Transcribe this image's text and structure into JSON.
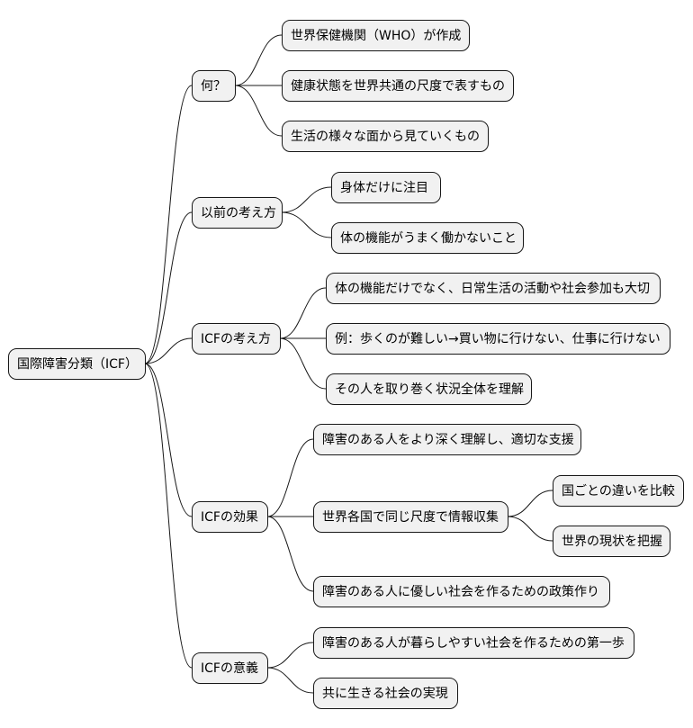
{
  "root": {
    "id": "root",
    "label": "国際障害分類（ICF）"
  },
  "branches": [
    {
      "id": "what",
      "label": "何？",
      "children": [
        {
          "id": "what-1",
          "label": "世界保健機関（WHO）が作成"
        },
        {
          "id": "what-2",
          "label": "健康状態を世界共通の尺度で表すもの"
        },
        {
          "id": "what-3",
          "label": "生活の様々な面から見ていくもの"
        }
      ]
    },
    {
      "id": "before",
      "label": "以前の考え方",
      "children": [
        {
          "id": "before-1",
          "label": "身体だけに注目"
        },
        {
          "id": "before-2",
          "label": "体の機能がうまく働かないこと"
        }
      ]
    },
    {
      "id": "icf-view",
      "label": "ICFの考え方",
      "children": [
        {
          "id": "view-1",
          "label": "体の機能だけでなく、日常生活の活動や社会参加も大切"
        },
        {
          "id": "view-2",
          "label": "例：歩くのが難しい→買い物に行けない、仕事に行けない"
        },
        {
          "id": "view-3",
          "label": "その人を取り巻く状況全体を理解"
        }
      ]
    },
    {
      "id": "effect",
      "label": "ICFの効果",
      "children": [
        {
          "id": "effect-1",
          "label": "障害のある人をより深く理解し、適切な支援"
        },
        {
          "id": "effect-2",
          "label": "世界各国で同じ尺度で情報収集",
          "children": [
            {
              "id": "effect-2-1",
              "label": "国ごとの違いを比較"
            },
            {
              "id": "effect-2-2",
              "label": "世界の現状を把握"
            }
          ]
        },
        {
          "id": "effect-3",
          "label": "障害のある人に優しい社会を作るための政策作り"
        }
      ]
    },
    {
      "id": "meaning",
      "label": "ICFの意義",
      "children": [
        {
          "id": "meaning-1",
          "label": "障害のある人が暮らしやすい社会を作るための第一歩"
        },
        {
          "id": "meaning-2",
          "label": "共に生きる社会の実現"
        }
      ]
    }
  ]
}
